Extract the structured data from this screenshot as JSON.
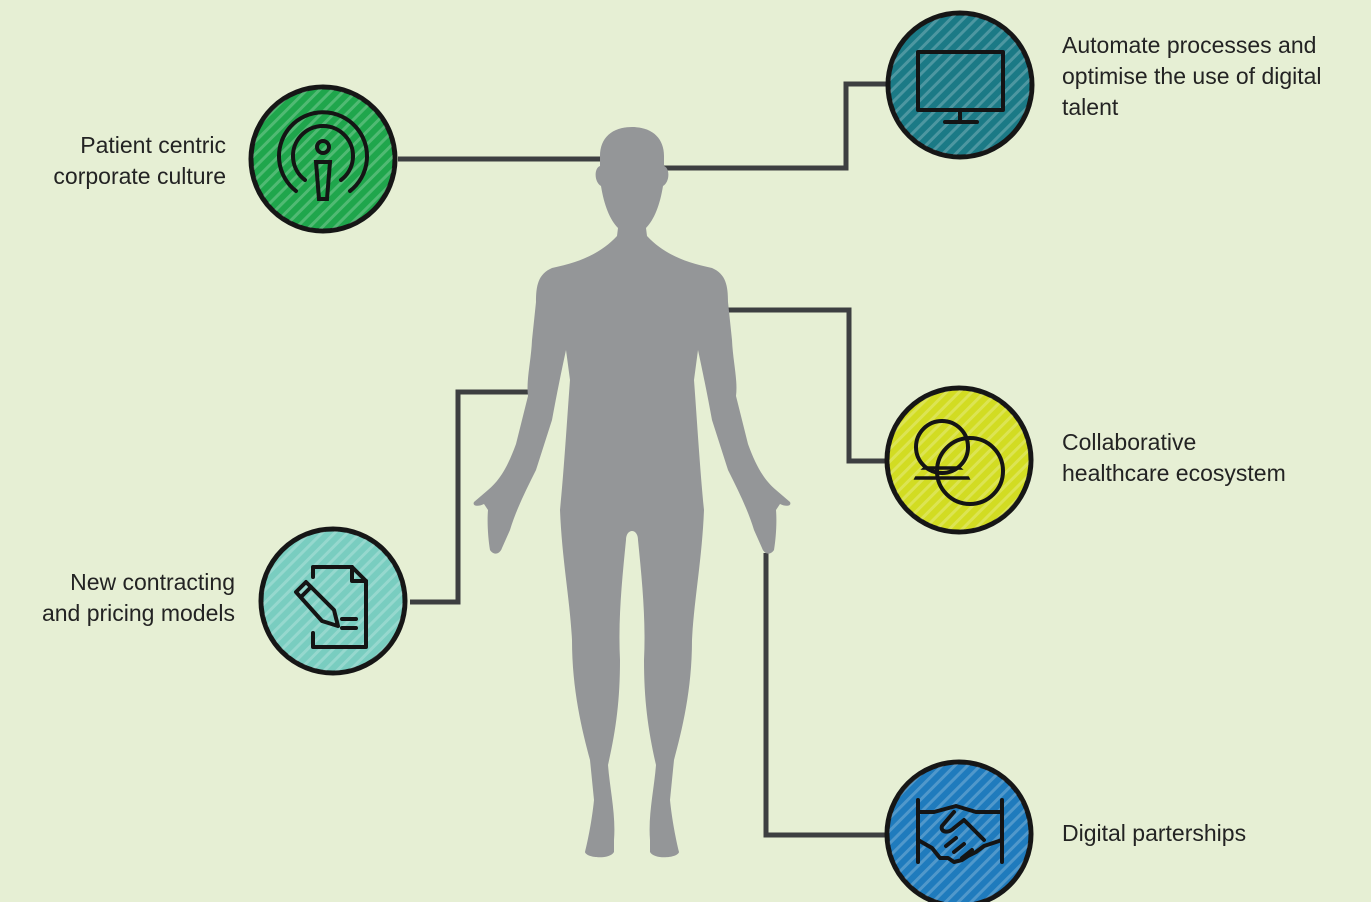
{
  "diagram": {
    "background_color": "#e6efd4",
    "figure_color": "#949698",
    "connector_color": "#3d3f41",
    "nodes": [
      {
        "id": "culture",
        "lines": [
          "Patient centric",
          "corporate culture"
        ],
        "icon": "person-broadcast-icon",
        "color": "#1fa64c"
      },
      {
        "id": "contracting",
        "lines": [
          "New contracting",
          "and pricing models"
        ],
        "icon": "document-pen-icon",
        "color": "#79cdc0"
      },
      {
        "id": "automate",
        "lines": [
          "Automate processes and",
          "optimise the use of digital",
          "talent"
        ],
        "icon": "monitor-icon",
        "color": "#1b7a86"
      },
      {
        "id": "collab",
        "lines": [
          "Collaborative",
          "healthcare ecosystem"
        ],
        "icon": "overlapping-circles-icon",
        "color": "#d2dc22"
      },
      {
        "id": "digital",
        "lines": [
          "Digital parterships"
        ],
        "icon": "handshake-icon",
        "color": "#1f7bbd"
      }
    ]
  }
}
